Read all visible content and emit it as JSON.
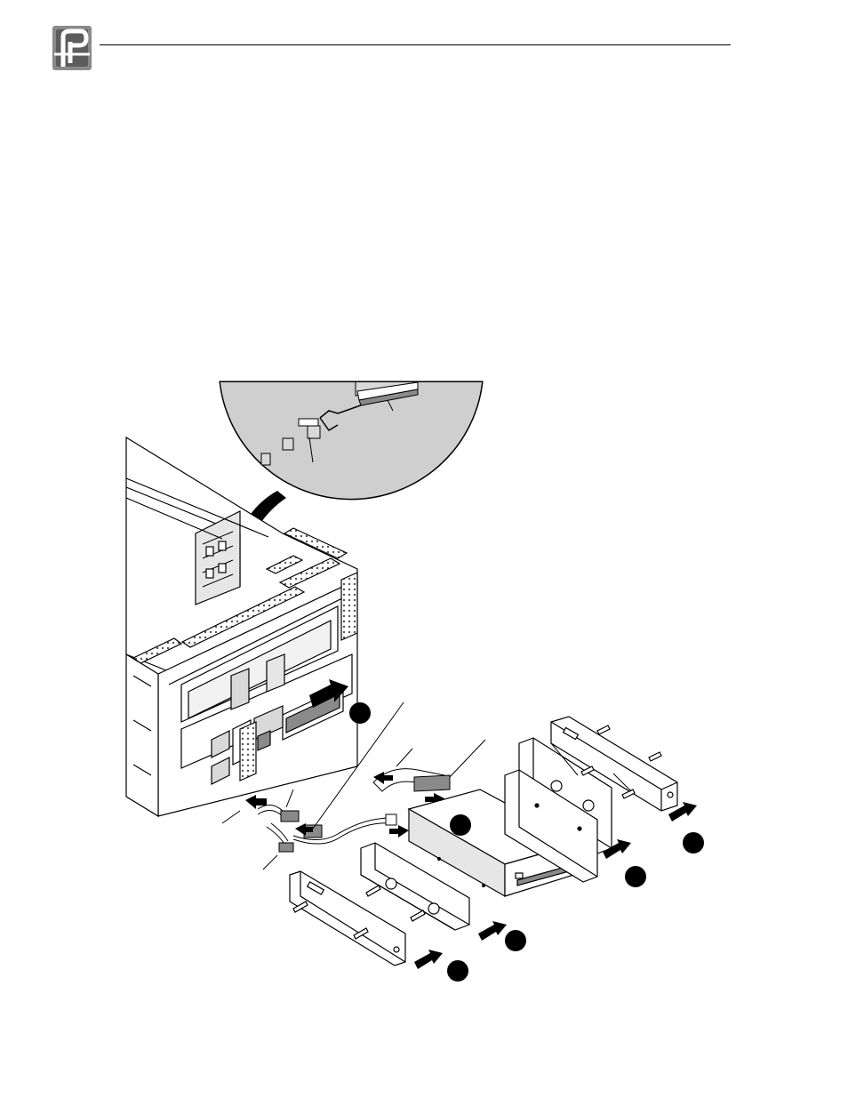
{
  "header": {
    "logo_icon": "company-logo-icon"
  },
  "figure": {
    "callout_markers": [
      {
        "id": "marker-chassis",
        "label": ""
      },
      {
        "id": "marker-drive",
        "label": ""
      },
      {
        "id": "marker-right-bracket-outer",
        "label": ""
      },
      {
        "id": "marker-right-bracket-inner",
        "label": ""
      },
      {
        "id": "marker-left-bracket-inner",
        "label": ""
      },
      {
        "id": "marker-left-bracket-outer",
        "label": ""
      }
    ]
  },
  "colors": {
    "line": "#000000",
    "callout_fill": "#000000",
    "magnified_board": "#cfcfcf",
    "light_gray": "#e6e6e6",
    "mid_gray": "#bdbdbd",
    "dark_gray": "#8a8a8a"
  }
}
